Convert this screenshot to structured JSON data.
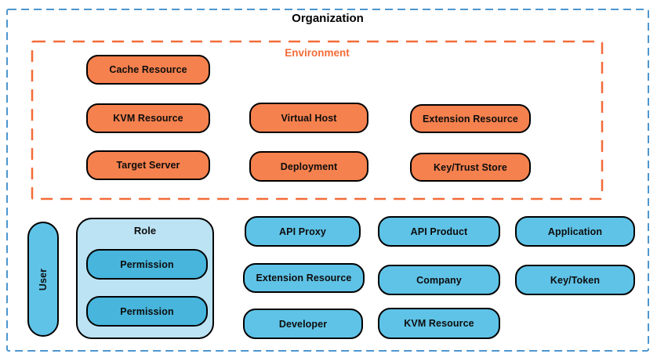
{
  "organization": {
    "label": "Organization"
  },
  "environment": {
    "label": "Environment",
    "entities": [
      {
        "label": "Cache Resource"
      },
      {
        "label": "KVM Resource"
      },
      {
        "label": "Virtual Host"
      },
      {
        "label": "Extension Resource"
      },
      {
        "label": "Target Server"
      },
      {
        "label": "Deployment"
      },
      {
        "label": "Key/Trust Store"
      }
    ]
  },
  "org_entities": {
    "user": {
      "label": "User"
    },
    "role": {
      "label": "Role",
      "permissions": [
        {
          "label": "Permission"
        },
        {
          "label": "Permission"
        }
      ]
    },
    "pills": [
      {
        "label": "API Proxy"
      },
      {
        "label": "API Product"
      },
      {
        "label": "Application"
      },
      {
        "label": "Extension Resource"
      },
      {
        "label": "Company"
      },
      {
        "label": "Key/Token"
      },
      {
        "label": "Developer"
      },
      {
        "label": "KVM Resource"
      }
    ]
  },
  "colors": {
    "org_border": "#4D96D0",
    "env_border": "#F46B38",
    "env_fill": "#F5814E",
    "entity_fill": "#5FC3E7",
    "permission_fill": "#47B5DC",
    "role_fill": "#BCE3F3",
    "pill_border": "#000000"
  }
}
